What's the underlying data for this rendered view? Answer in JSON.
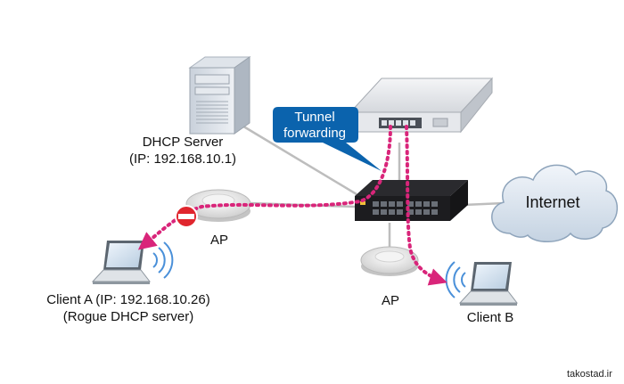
{
  "diagram": {
    "dhcp_server": {
      "name": "DHCP Server",
      "ip": "(IP: 192.168.10.1)"
    },
    "callout": {
      "line1": "Tunnel",
      "line2": "forwarding"
    },
    "cloud": {
      "label": "Internet"
    },
    "ap_left": {
      "label": "AP"
    },
    "ap_bottom": {
      "label": "AP"
    },
    "client_a": {
      "line1": "Client A (IP: 192.168.10.26)",
      "line2": "(Rogue DHCP server)"
    },
    "client_b": {
      "label": "Client B"
    },
    "watermark": "takostad.ir"
  },
  "colors": {
    "tunnel": "#d9257a",
    "callout": "#0b63ad",
    "link": "#bdbdbd",
    "block": "#e0262e",
    "wifi": "#4a90d9"
  },
  "icons": [
    "server-icon",
    "controller-appliance-icon",
    "switch-icon",
    "access-point-icon",
    "laptop-icon",
    "cloud-icon",
    "no-entry-icon",
    "wifi-signal-icon"
  ]
}
